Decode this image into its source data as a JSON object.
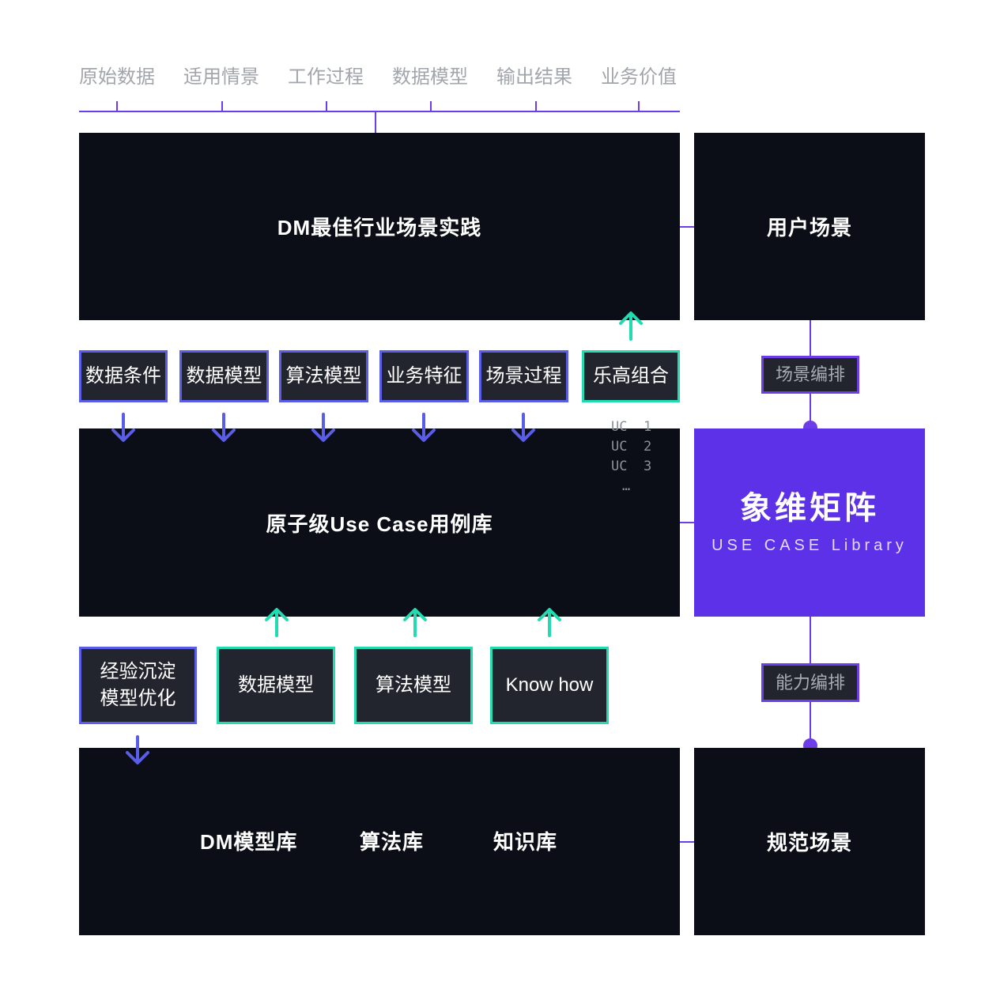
{
  "header": {
    "labels": [
      "原始数据",
      "适用情景",
      "工作过程",
      "数据模型",
      "输出结果",
      "业务价值"
    ]
  },
  "panels": {
    "practice": "DM最佳行业场景实践",
    "usecase_lib": "原子级Use Case用例库",
    "bottom_items": [
      "DM模型库",
      "算法库",
      "知识库"
    ],
    "user_scene": "用户场景",
    "norm_scene": "规范场景"
  },
  "top_chips": [
    "数据条件",
    "数据模型",
    "算法模型",
    "业务特征",
    "场景过程",
    "乐高组合"
  ],
  "uc_list": [
    "UC  1",
    "UC  2",
    "UC  3",
    "…"
  ],
  "bottom_chips": {
    "experience": [
      "经验沉淀",
      "模型优化"
    ],
    "items": [
      "数据模型",
      "算法模型",
      "Know how"
    ]
  },
  "right_tags": {
    "scene_arrange": "场景编排",
    "ability_arrange": "能力编排"
  },
  "logo": {
    "mark": "象维矩阵",
    "subtitle": "USE CASE Library"
  },
  "colors": {
    "panel": "#0b0e16",
    "chip": "#23252e",
    "blue": "#5a5de6",
    "green": "#22dbb1",
    "purple": "#5c31e8",
    "line": "#6e3dea"
  }
}
